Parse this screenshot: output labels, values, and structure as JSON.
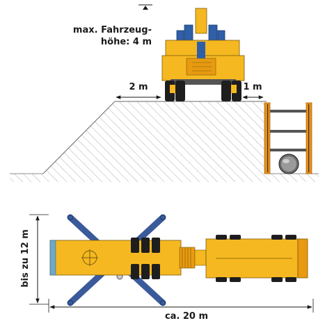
{
  "labels": {
    "max_height_line1": "max. Fahrzeug-",
    "max_height_line2": "höhe: 4 m",
    "clearance_left": "2 m",
    "clearance_right": "1 m",
    "width_vertical": "bis zu 12 m",
    "length_total": "ca. 20 m"
  },
  "colors": {
    "machine_yellow": "#f5b820",
    "machine_orange": "#e89a10",
    "hydraulic_blue": "#2f5fa8",
    "outrigger_blue": "#3a5a9a",
    "tire_black": "#1e1e1e",
    "hatch_gray": "#8a8a8a",
    "shoring_orange": "#e8901a",
    "pipe_gray": "#5a5a5a",
    "cab_glass": "#6fa8c8"
  }
}
